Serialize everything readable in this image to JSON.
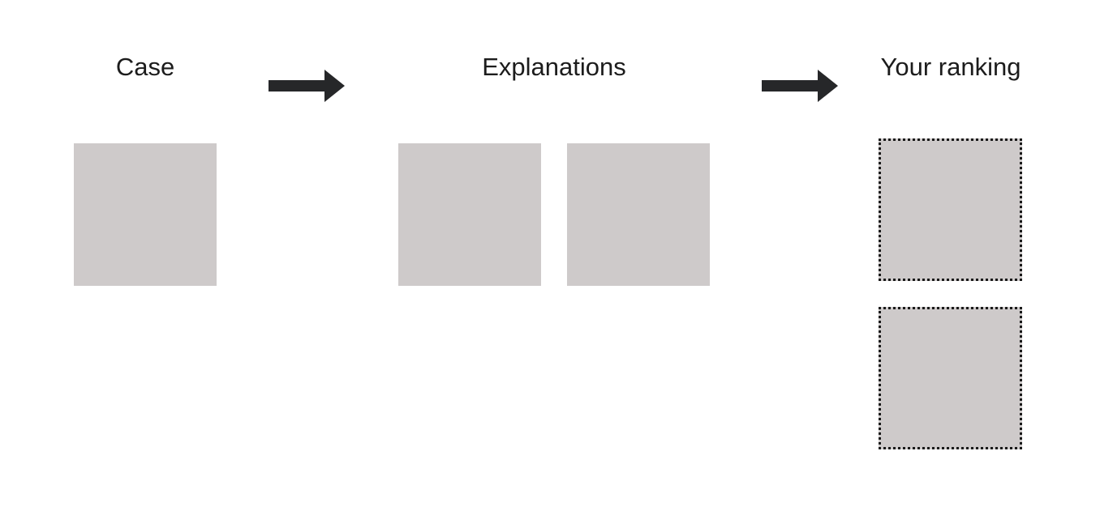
{
  "stages": {
    "case": {
      "title": "Case"
    },
    "explanations": {
      "title": "Explanations"
    },
    "ranking": {
      "title": "Your ranking"
    }
  },
  "colors": {
    "box_fill": "#cecaca",
    "arrow": "#262729",
    "slot_border": "#1a1a1a",
    "text": "#1c1c1c"
  },
  "icons": {
    "flow_arrow": "right-arrow-icon"
  }
}
